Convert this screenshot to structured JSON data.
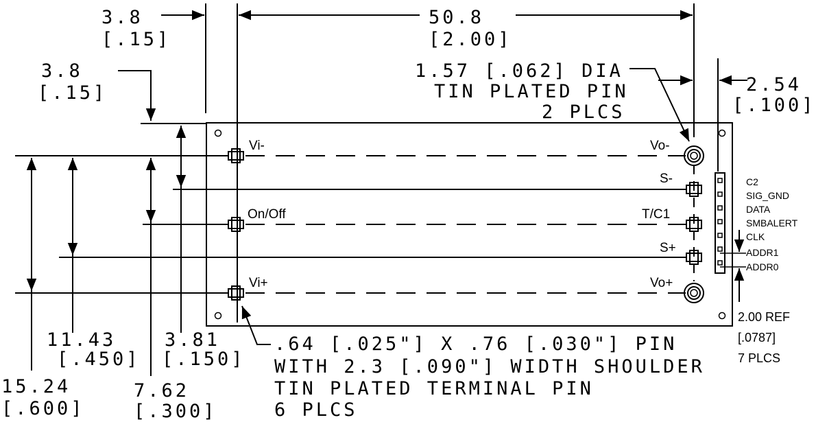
{
  "dimensions": {
    "top_left_offset": {
      "mm": "3.8",
      "in": "[.15]"
    },
    "width": {
      "mm": "50.8",
      "in": "[2.00]"
    },
    "side_offset": {
      "mm": "3.8",
      "in": "[.15]"
    },
    "pin_dia": {
      "line1": "1.57 [.062] DIA",
      "line2": "TIN PLATED PIN",
      "line3": "2 PLCS"
    },
    "header_offset": {
      "mm": "2.54",
      "in": "[.100]"
    },
    "d1143": {
      "mm": "11.43",
      "in": "[.450]"
    },
    "d381": {
      "mm": "3.81",
      "in": "[.150]"
    },
    "d1524": {
      "mm": "15.24",
      "in": "[.600]"
    },
    "d762": {
      "mm": "7.62",
      "in": "[.300]"
    },
    "terminal_pin": {
      "line1": ".64 [.025\"]  X .76 [.030\"] PIN",
      "line2": "WITH 2.3 [.090\"] WIDTH SHOULDER",
      "line3": "TIN PLATED TERMINAL PIN",
      "line4": "6 PLCS"
    },
    "header_pitch": {
      "line1": "2.00 REF",
      "line2": "[.0787]",
      "line3": "7 PLCS"
    }
  },
  "pins": {
    "vi_minus": "Vi-",
    "on_off": "On/Off",
    "vi_plus": "Vi+",
    "vo_minus": "Vo-",
    "s_minus": "S-",
    "tc1": "T/C1",
    "s_plus": "S+",
    "vo_plus": "Vo+"
  },
  "header_pins": [
    "C2",
    "SIG_GND",
    "DATA",
    "SMBALERT",
    "CLK",
    "ADDR1",
    "ADDR0"
  ]
}
